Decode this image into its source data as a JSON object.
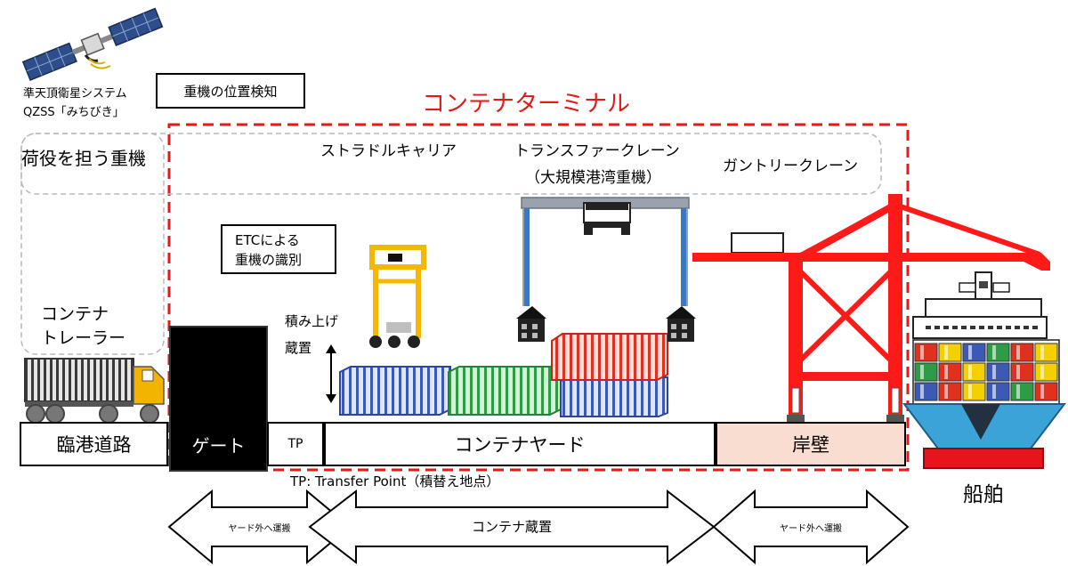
{
  "satellite": {
    "label_line1": "準天頂衛星システム",
    "label_line2": "QZSS「みちびき」"
  },
  "position_detection": "重機の位置検知",
  "terminal_title": "コンテナターミナル",
  "heavy_machinery_label": "荷役を担う重機",
  "cranes": {
    "straddle_carrier": "ストラドルキャリア",
    "transfer_crane": "トランスファークレーン",
    "transfer_crane_sub": "（大規模港湾重機）",
    "gantry_crane": "ガントリークレーン"
  },
  "etc_label_line1": "ETCによる",
  "etc_label_line2": "重機の識別",
  "trailer_label_line1": "コンテナ",
  "trailer_label_line2": "トレーラー",
  "stacking_line1": "積み上げ",
  "stacking_line2": "蔵置",
  "ground": {
    "road": "臨港道路",
    "gate": "ゲート",
    "tp": "TP",
    "yard": "コンテナヤード",
    "quay": "岸壁"
  },
  "ship_label": "船舶",
  "tp_note": "TP: Transfer Point（積替え地点）",
  "arrows": {
    "left": "ヤード外へ運搬",
    "middle": "コンテナ蔵置",
    "right": "ヤード外へ運搬"
  },
  "colors": {
    "terminal_red": "#e21a1a",
    "crane_red": "#ff1a1a",
    "straddle_yellow": "#f5b800",
    "transfer_blue": "#3a78c4",
    "quay_fill": "#f8ddd0",
    "ship_blue": "#3ba3d8",
    "ship_hull_red": "#e8141c"
  }
}
